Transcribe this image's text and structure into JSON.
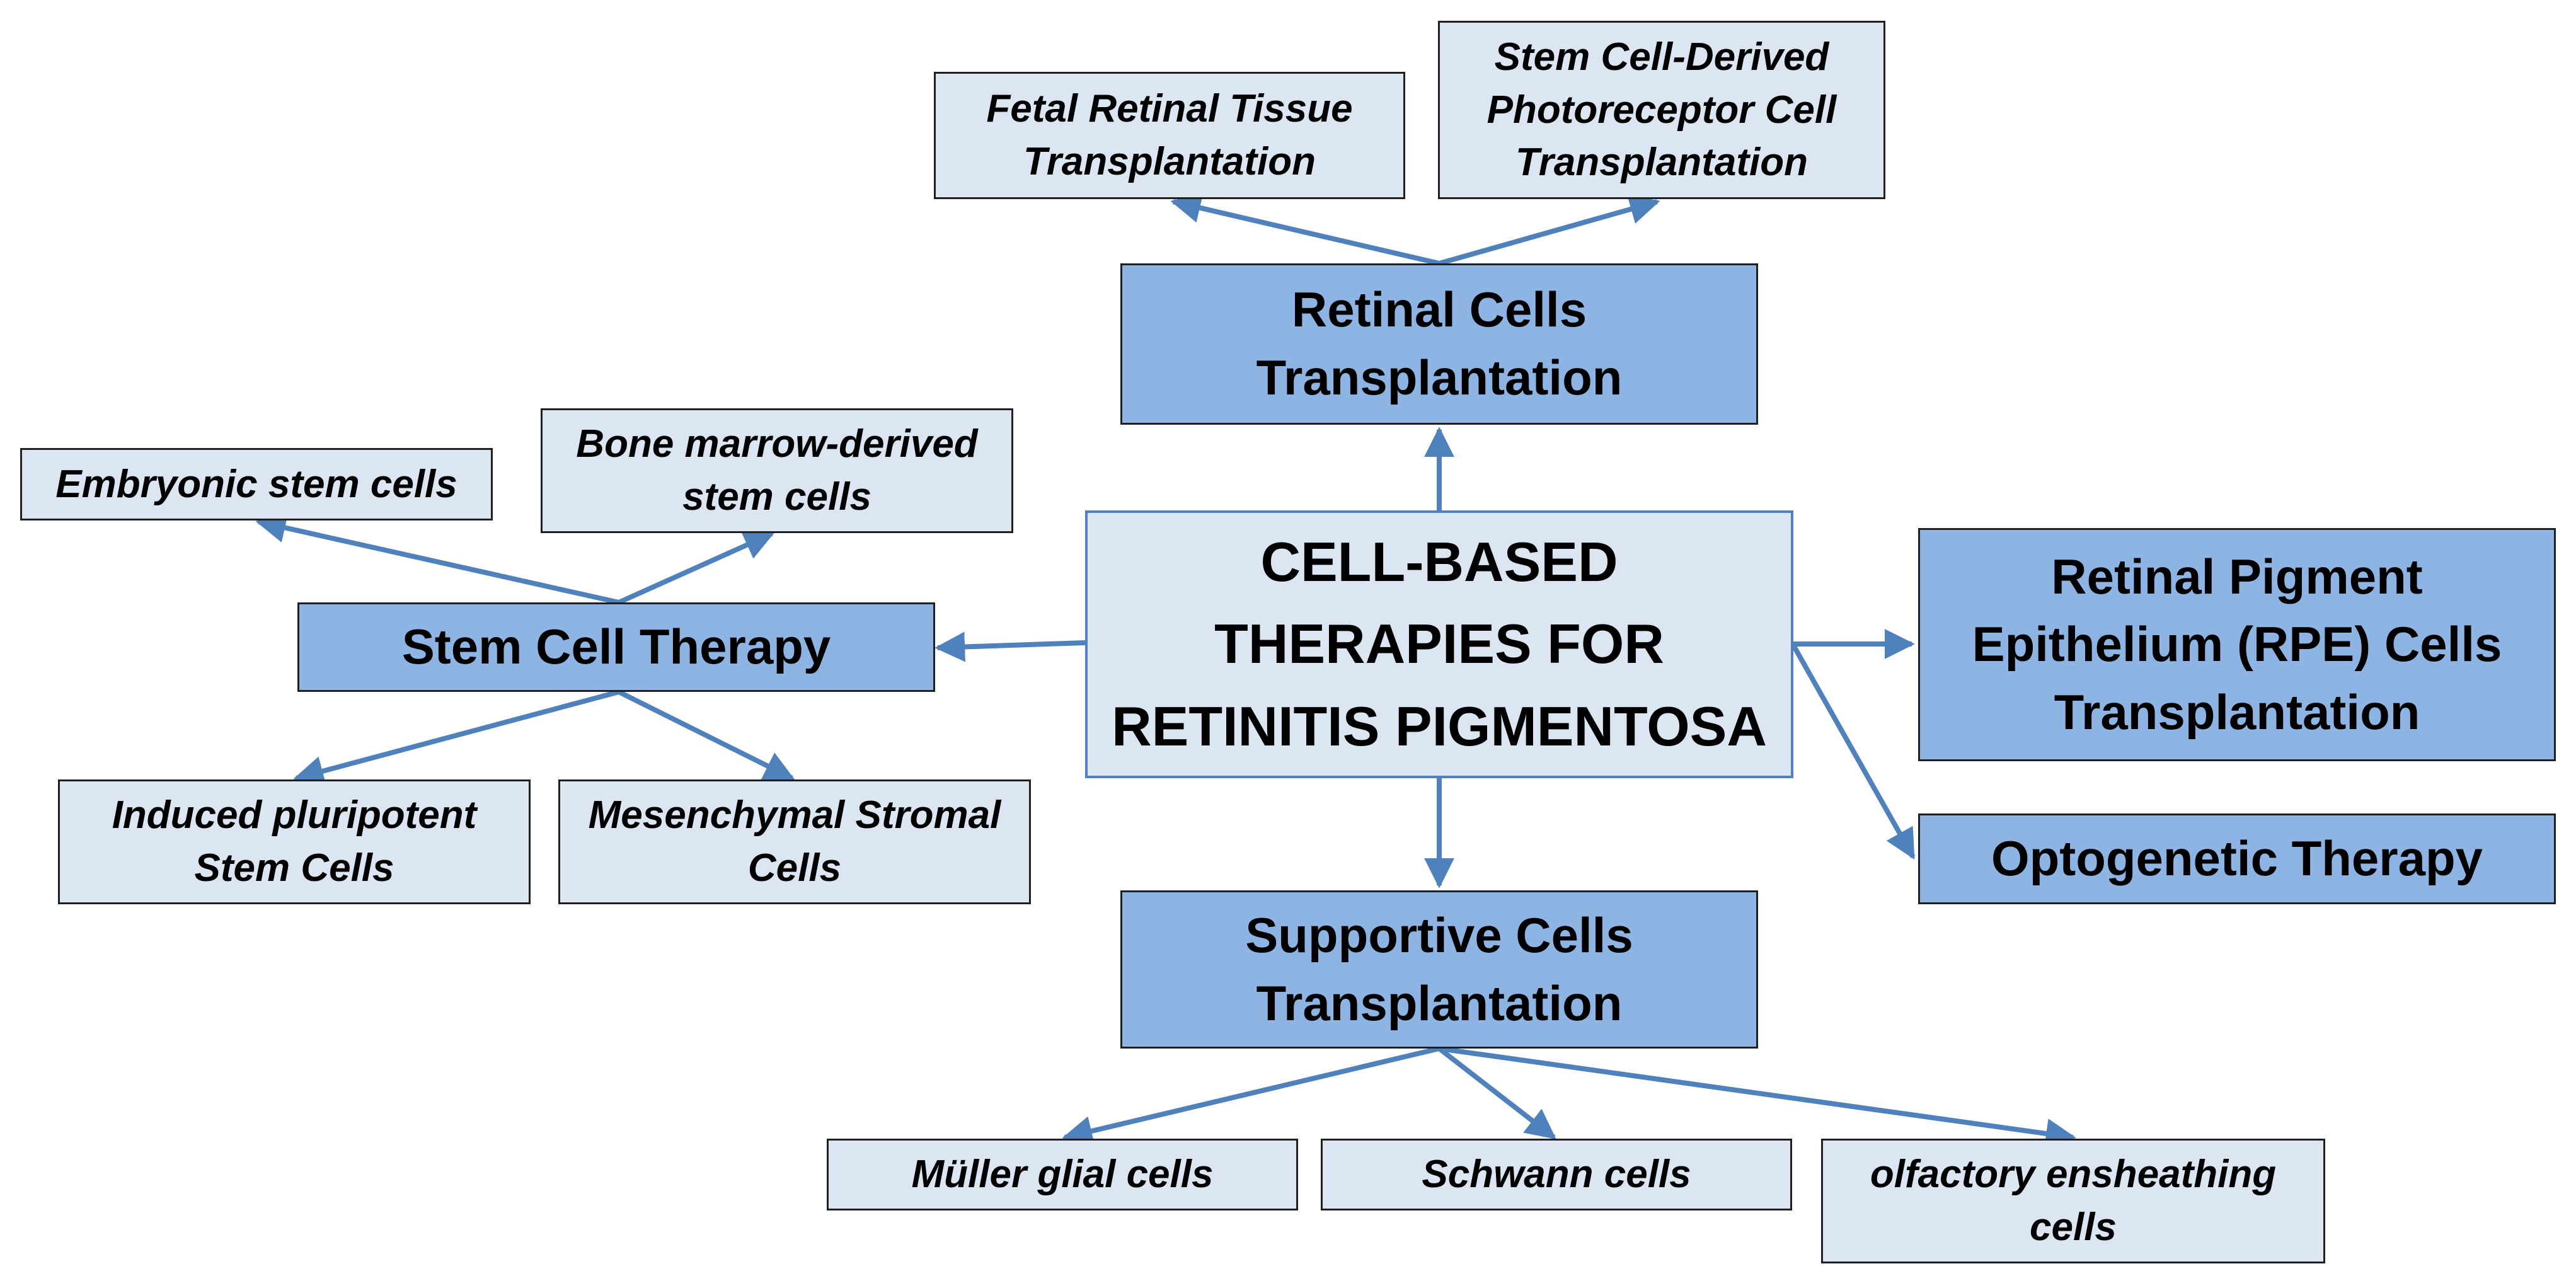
{
  "diagram": {
    "center": "CELL-BASED THERAPIES FOR RETINITIS PIGMENTOSA",
    "retinal_cells": {
      "label": "Retinal Cells Transplantation",
      "children": [
        "Fetal Retinal Tissue Transplantation",
        "Stem Cell-Derived Photoreceptor Cell Transplantation"
      ]
    },
    "stem_cell": {
      "label": "Stem Cell Therapy",
      "children": [
        "Embryonic stem cells",
        "Bone marrow-derived stem cells",
        "Induced pluripotent Stem Cells",
        "Mesenchymal Stromal Cells"
      ]
    },
    "rpe": {
      "label": "Retinal Pigment Epithelium (RPE) Cells Transplantation"
    },
    "optogenetic": {
      "label": "Optogenetic Therapy"
    },
    "supportive": {
      "label": "Supportive Cells Transplantation",
      "children": [
        "Müller glial cells",
        "Schwann cells",
        "olfactory ensheathing cells"
      ]
    },
    "colors": {
      "arrow": "#4f81bd",
      "primary_box_fill": "#8eb4e3",
      "secondary_box_fill": "#dce6f2",
      "center_border": "#4f81bd"
    }
  }
}
